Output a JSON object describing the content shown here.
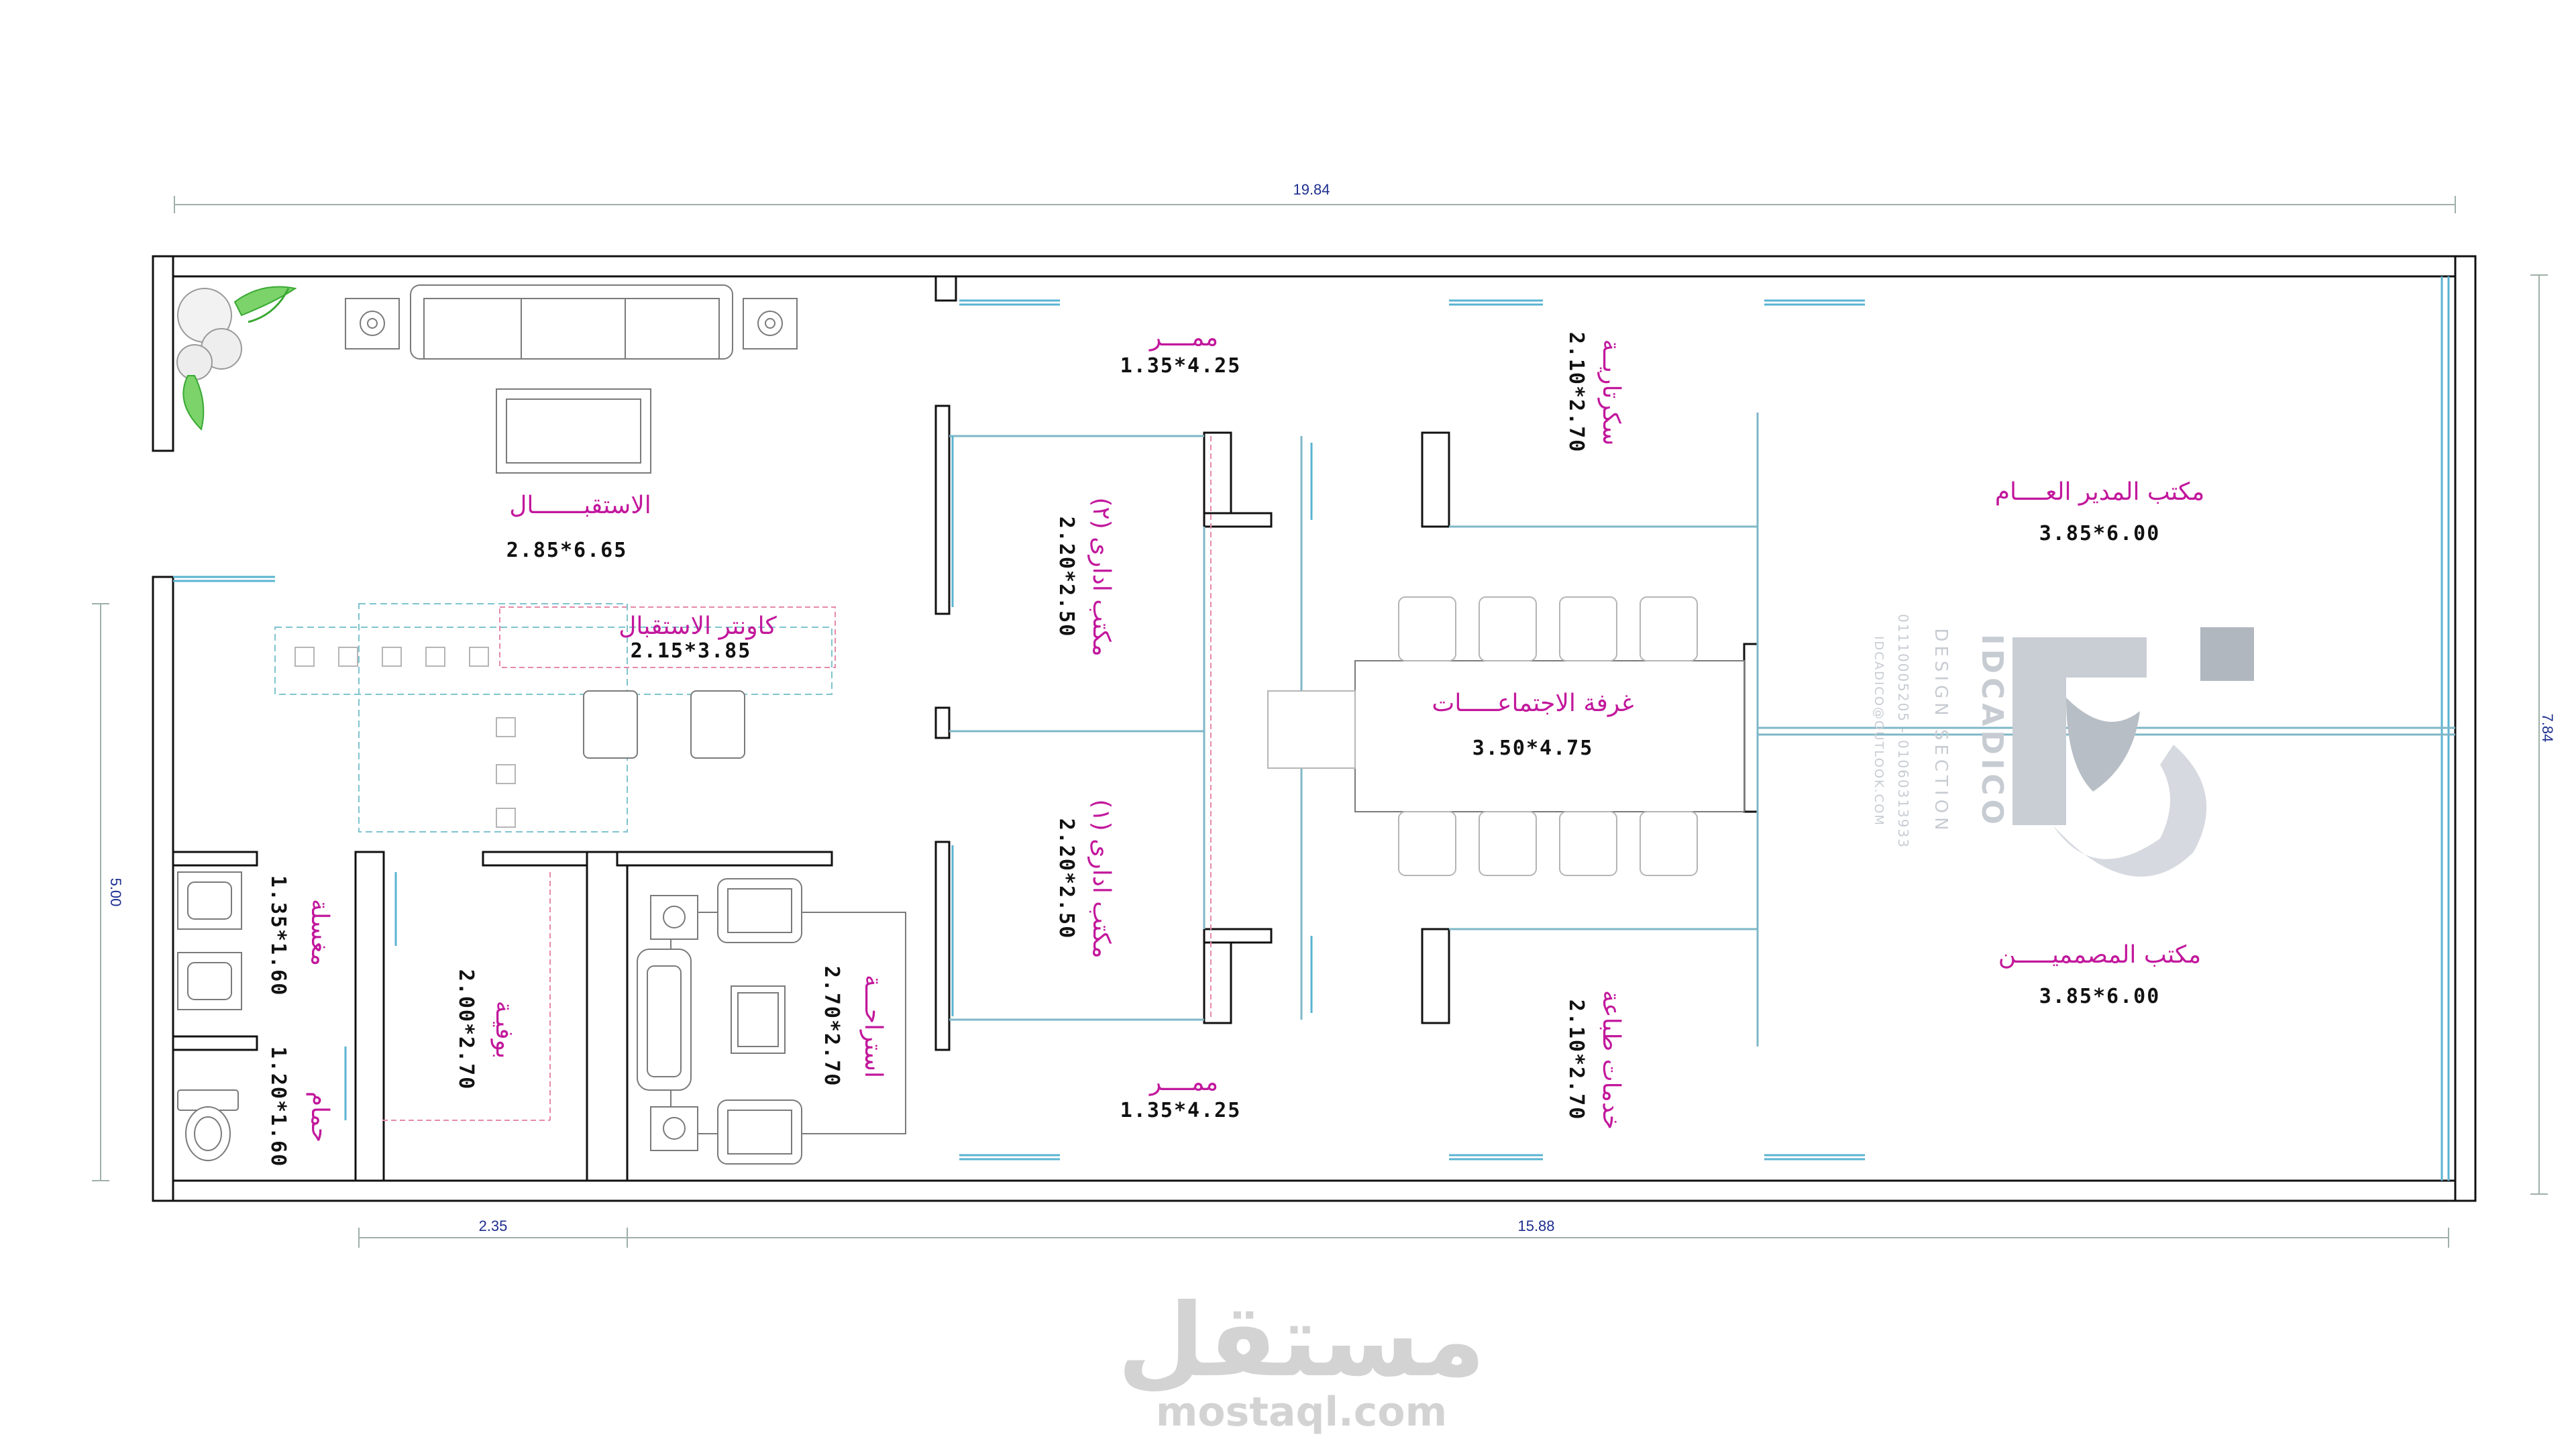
{
  "dimensions": {
    "total_width": "19.84",
    "total_height": "7.84",
    "left_height": "5.00",
    "bottom_left": "2.35",
    "bottom_right": "15.88"
  },
  "rooms": {
    "reception": {
      "label": "الاستقبـــــــال",
      "size": "2.85*6.65"
    },
    "reception_counter": {
      "label": "كاونتر الاستقبال",
      "size": "2.15*3.85"
    },
    "corridor_top": {
      "label": "ممــــر",
      "size": "1.35*4.25"
    },
    "corridor_bottom": {
      "label": "ممــــر",
      "size": "1.35*4.25"
    },
    "admin_office_2": {
      "label": "مكتب ادارى (٢)",
      "size": "2.20*2.50"
    },
    "admin_office_1": {
      "label": "مكتب ادارى (١)",
      "size": "2.20*2.50"
    },
    "secretary": {
      "label": "سكرتاريــة",
      "size": "2.10*2.70"
    },
    "print_services": {
      "label": "خدمات طباعة",
      "size": "2.10*2.70"
    },
    "meeting_room": {
      "label": "غرفة الاجتماعـــــات",
      "size": "3.50*4.75"
    },
    "gm_office": {
      "label": "مكتب المدير العــــام",
      "size": "3.85*6.00"
    },
    "designers_office": {
      "label": "مكتب المصمميـــــن",
      "size": "3.85*6.00"
    },
    "lounge": {
      "label": "استراحـــة",
      "size": "2.70*2.70"
    },
    "buffet": {
      "label": "بوفيـة",
      "size": "2.00*2.70"
    },
    "sinks": {
      "label": "مغسلة",
      "size": "1.35*1.60"
    },
    "bathroom": {
      "label": "حمام",
      "size": "1.20*1.60"
    }
  },
  "branding": {
    "company": "IDCADICO",
    "section": "DESIGN SECTION",
    "phone_line": "01110005205 - 01060313933",
    "email_line": "IDCADICO@OUTLOOK.COM"
  },
  "watermark": {
    "arabic": "مستقل",
    "latin": "mostaql.com"
  },
  "colors": {
    "label": "#c2189c",
    "dimension": "#1d2e8f",
    "partition": "#7fb7c7",
    "plant": "#3aa832"
  }
}
